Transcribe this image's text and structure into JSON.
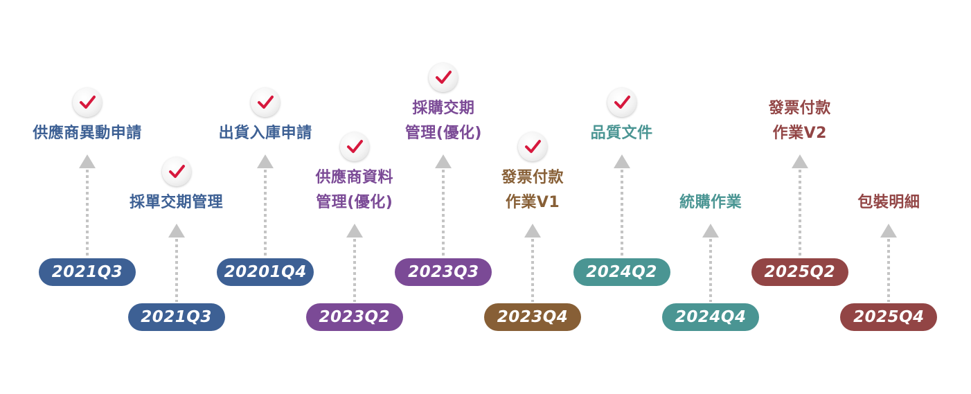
{
  "colors": {
    "blue": "#3d6094",
    "purple": "#7b4a96",
    "brown": "#875f36",
    "teal": "#4a9593",
    "red": "#924545",
    "check": "#d7183d",
    "connector": "#c4c4c4"
  },
  "milestones": [
    {
      "quarter": "2021Q3",
      "lines": [
        "供應商異動申請"
      ],
      "color": "blue",
      "done": true,
      "row": "upper"
    },
    {
      "quarter": "2021Q3",
      "lines": [
        "採單交期管理"
      ],
      "color": "blue",
      "done": true,
      "row": "lower"
    },
    {
      "quarter": "20201Q4",
      "lines": [
        "出貨入庫申請"
      ],
      "color": "blue",
      "done": true,
      "row": "upper"
    },
    {
      "quarter": "2023Q2",
      "lines": [
        "供應商資料",
        "管理(優化)"
      ],
      "color": "purple",
      "done": true,
      "row": "lower"
    },
    {
      "quarter": "2023Q3",
      "lines": [
        "採購交期",
        "管理(優化)"
      ],
      "color": "purple",
      "done": true,
      "row": "upper"
    },
    {
      "quarter": "2023Q4",
      "lines": [
        "發票付款",
        "作業V1"
      ],
      "color": "brown",
      "done": true,
      "row": "lower"
    },
    {
      "quarter": "2024Q2",
      "lines": [
        "品質文件"
      ],
      "color": "teal",
      "done": true,
      "row": "upper"
    },
    {
      "quarter": "2024Q4",
      "lines": [
        "統購作業"
      ],
      "color": "teal",
      "done": false,
      "row": "lower"
    },
    {
      "quarter": "2025Q2",
      "lines": [
        "發票付款",
        "作業V2"
      ],
      "color": "red",
      "done": false,
      "row": "upper"
    },
    {
      "quarter": "2025Q4",
      "lines": [
        "包裝明細"
      ],
      "color": "red",
      "done": false,
      "row": "lower"
    }
  ]
}
